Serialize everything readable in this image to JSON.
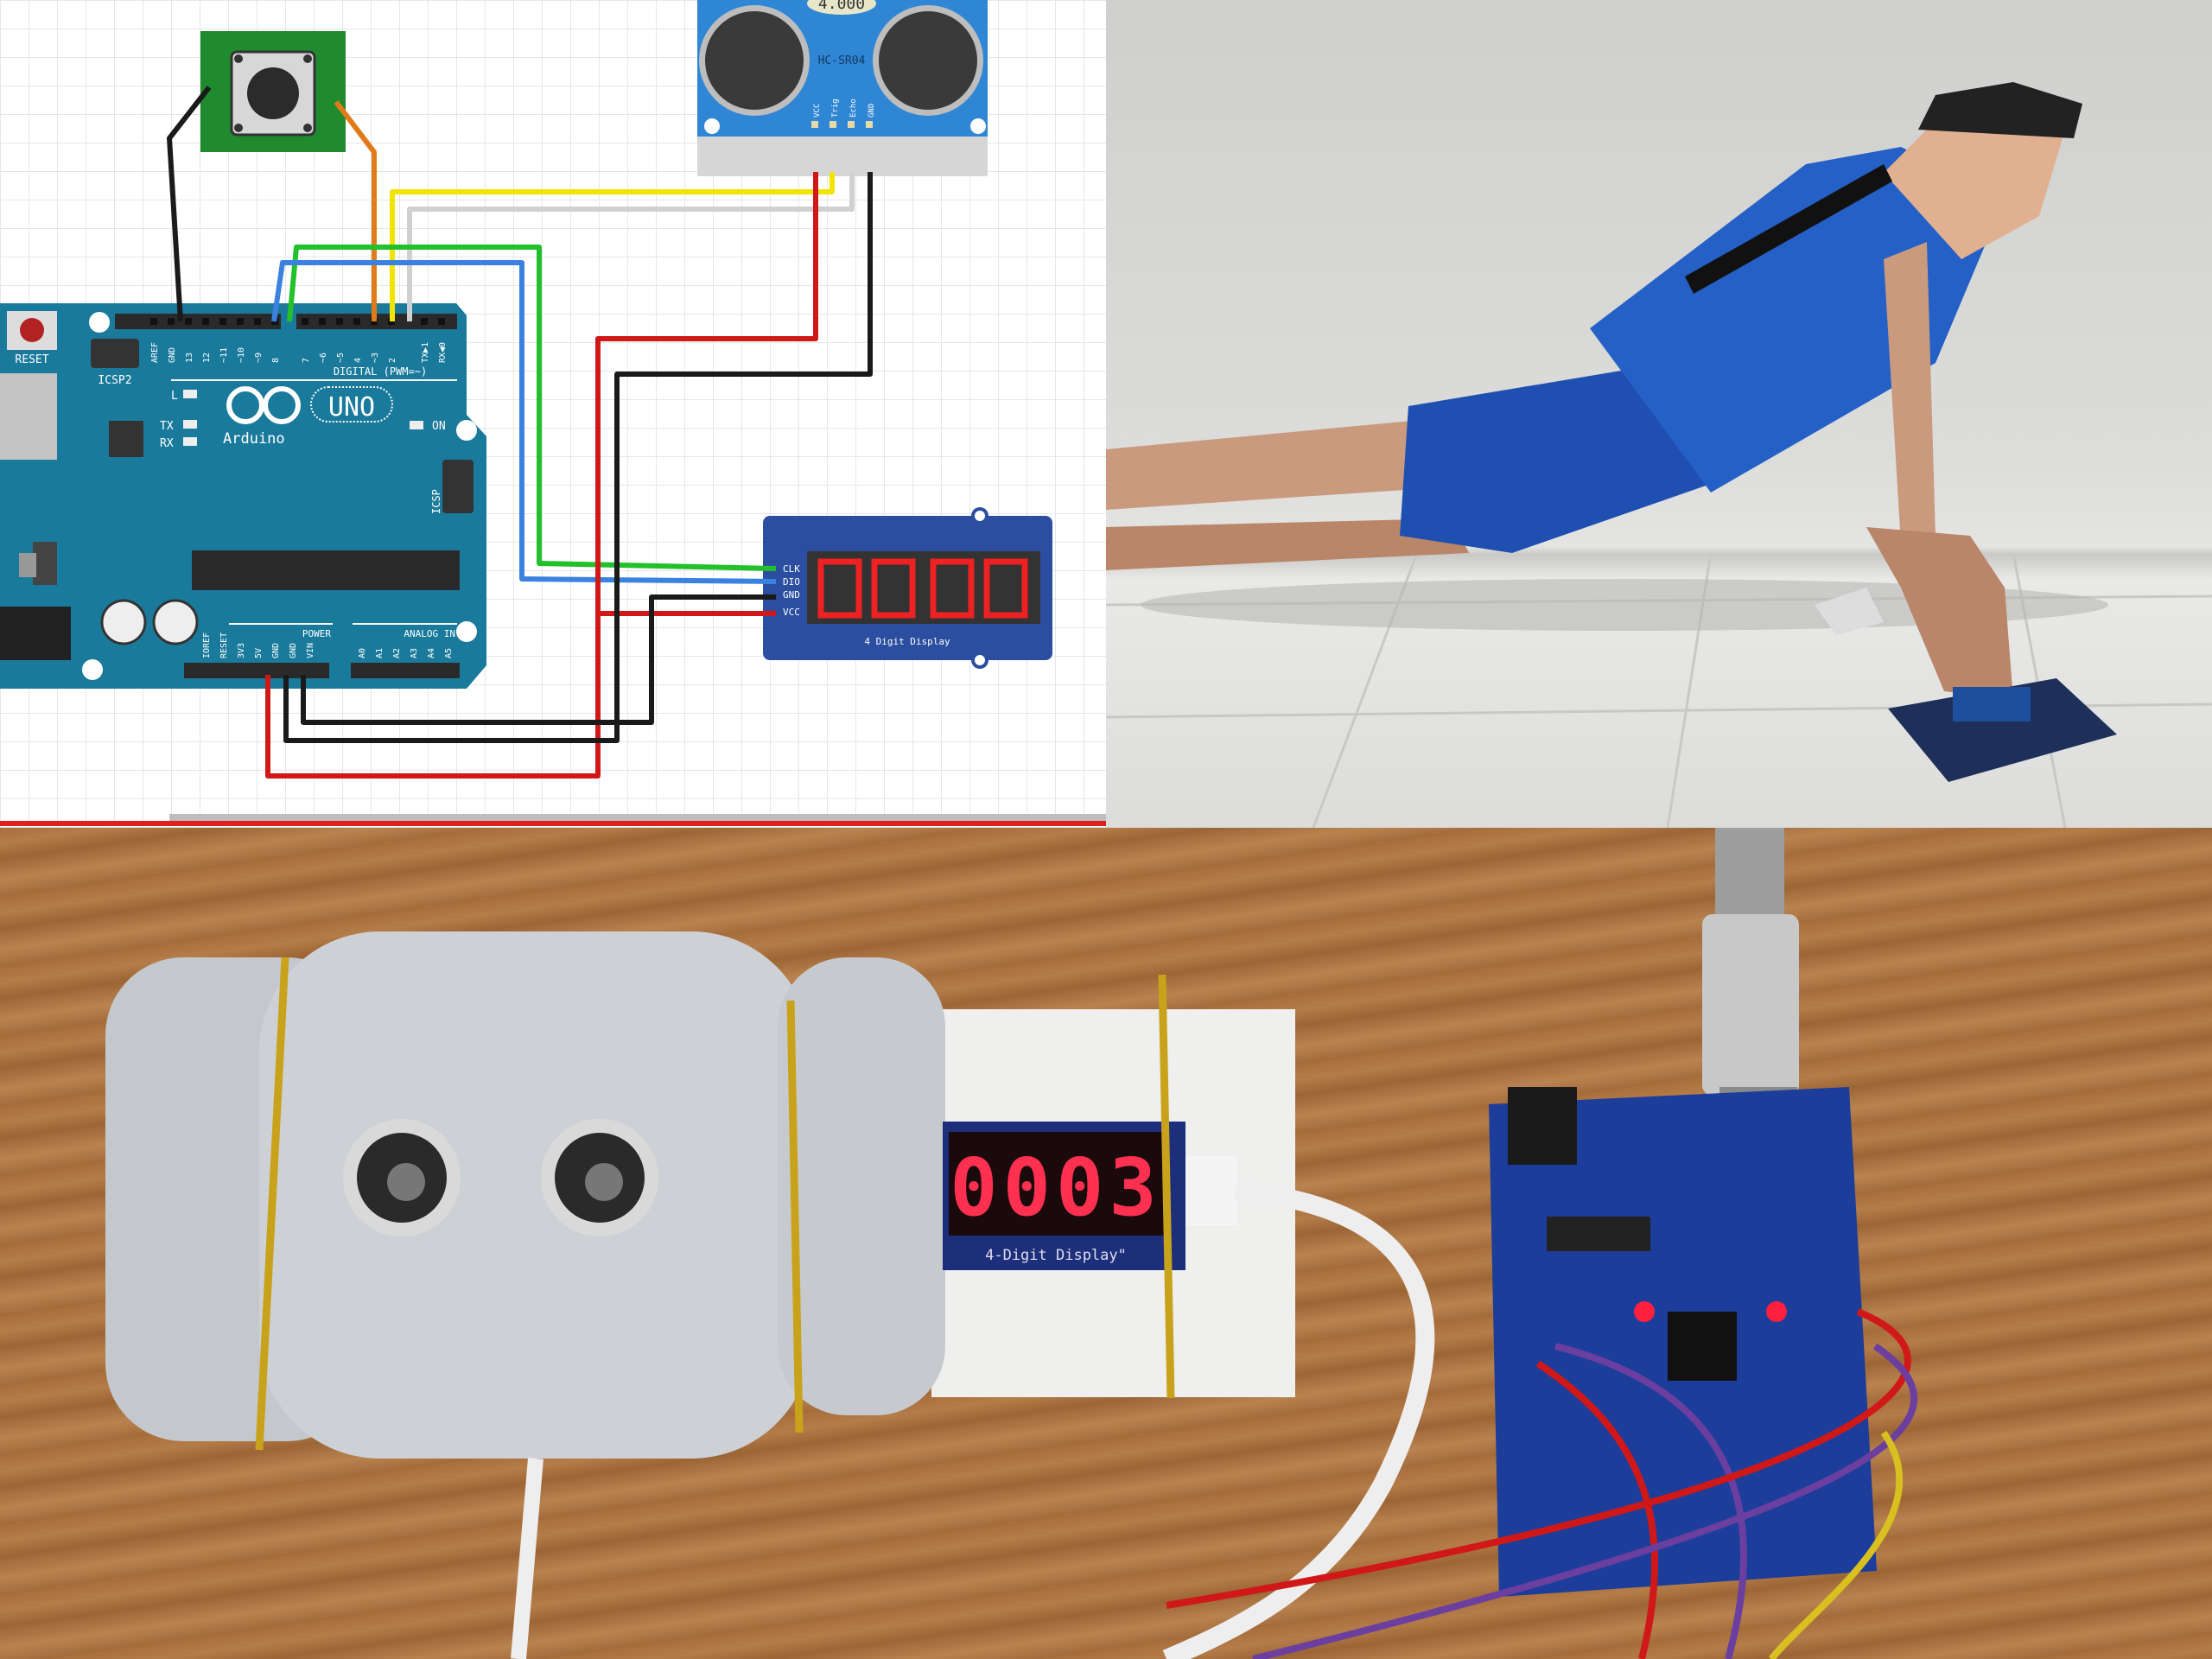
{
  "diagram": {
    "arduino": {
      "reset_label": "RESET",
      "icsp2_label": "ICSP2",
      "icsp_label": "ICSP",
      "logo_model": "UNO",
      "logo_brand": "Arduino",
      "digital_label": "DIGITAL (PWM=~)",
      "on_label": "ON",
      "l_label": "L",
      "tx_label": "TX",
      "rx_label": "RX",
      "power_label": "POWER",
      "analog_label": "ANALOG IN",
      "digital_pins": [
        "AREF",
        "GND",
        "13",
        "12",
        "~11",
        "~10",
        "~9",
        "8",
        "7",
        "~6",
        "~5",
        "4",
        "~3",
        "2",
        "TX▶1",
        "RX◀0"
      ],
      "power_pins": [
        "IOREF",
        "RESET",
        "3V3",
        "5V",
        "GND",
        "GND",
        "VIN"
      ],
      "analog_pins": [
        "A0",
        "A1",
        "A2",
        "A3",
        "A4",
        "A5"
      ]
    },
    "ultrasonic": {
      "crystal_label": "4.000",
      "model_label": "HC-SR04",
      "pins": [
        "VCC",
        "Trig",
        "Echo",
        "GND"
      ]
    },
    "display_module": {
      "pins": [
        "CLK",
        "DIO",
        "GND",
        "VCC"
      ],
      "caption": "4 Digit Display"
    },
    "wire_colors": {
      "black": "#1a1a1a",
      "orange": "#e07b1a",
      "yellow": "#f2e400",
      "white": "#d8d8d8",
      "green": "#22c02a",
      "blue": "#3b82e0",
      "red": "#d01818"
    }
  },
  "photo_device": {
    "display_value": "0003",
    "display_caption": "4-Digit Display\""
  }
}
